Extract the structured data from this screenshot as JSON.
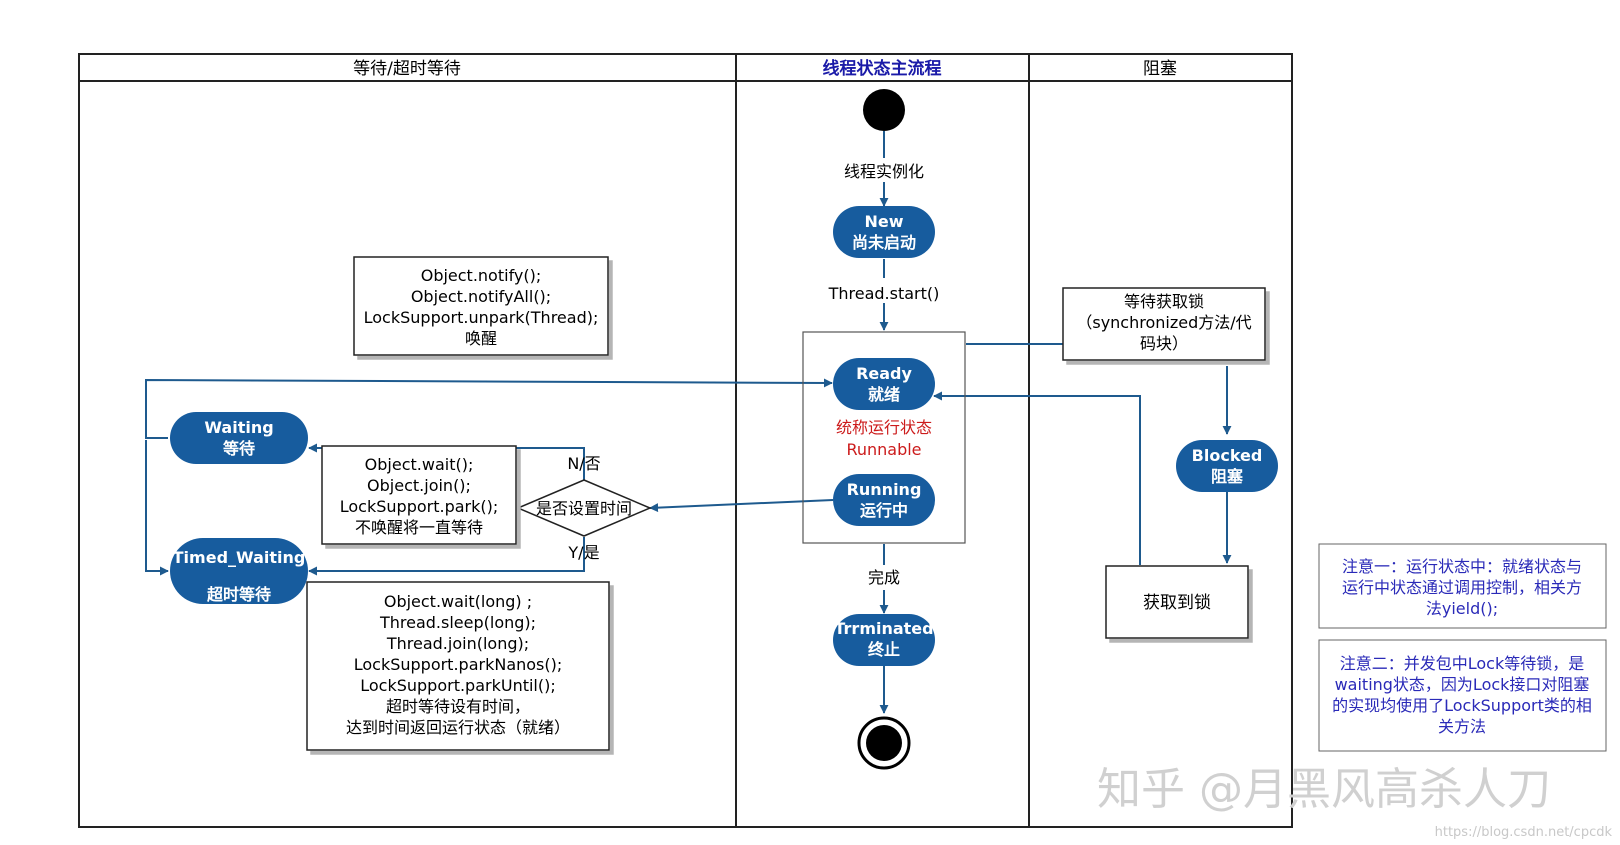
{
  "lanes": {
    "left": "等待/超时等待",
    "middle": "线程状态主流程",
    "right": "阻塞"
  },
  "states": {
    "new": [
      "New",
      "尚未启动"
    ],
    "ready": [
      "Ready",
      "就绪"
    ],
    "running": [
      "Running",
      "运行中"
    ],
    "terminated": [
      "Trrminated",
      "终止"
    ],
    "waiting": [
      "Waiting",
      "等待"
    ],
    "timed_waiting": [
      "Timed_Waiting",
      "超时等待"
    ],
    "blocked": [
      "Blocked",
      "阻塞"
    ]
  },
  "runnable_label": [
    "统称运行状态",
    "Runnable"
  ],
  "edges": {
    "instantiate": "线程实例化",
    "start": "Thread.start()",
    "done": "完成",
    "no_time": "N/否",
    "with_time": "Y/是"
  },
  "decision": "是否设置时间",
  "notes": {
    "notify": [
      "Object.notify();",
      "Object.notifyAll();",
      "LockSupport.unpark(Thread);",
      "唤醒"
    ],
    "wait": [
      "Object.wait();",
      "Object.join();",
      "LockSupport.park();",
      "不唤醒将一直等待"
    ],
    "timed": [
      "Object.wait(long) ;",
      "Thread.sleep(long);",
      "Thread.join(long);",
      "LockSupport.parkNanos();",
      "LockSupport.parkUntil();",
      "超时等待设有时间，",
      "达到时间返回运行状态（就绪）"
    ],
    "lock_wait": [
      "等待获取锁",
      "（synchronized方法/代",
      "码块）"
    ],
    "lock_get": "获取到锁"
  },
  "remarks": {
    "one": [
      "注意一：运行状态中：就绪状态与",
      "运行中状态通过调用控制，相关方",
      "法yield();"
    ],
    "two": [
      "注意二：并发包中Lock等待锁，是",
      "waiting状态，因为Lock接口对阻塞",
      "的实现均使用了LockSupport类的相",
      "关方法"
    ]
  },
  "watermark": "知乎 @月黑风高杀人刀",
  "url": "https://blog.csdn.net/cpcdk",
  "colors": {
    "state_fill": "#175c9e",
    "line": "#1e5a8e",
    "runnable_text": "#cc1b1b",
    "remark_text": "#2a2ab8",
    "title_text": "#1a1aa8"
  }
}
